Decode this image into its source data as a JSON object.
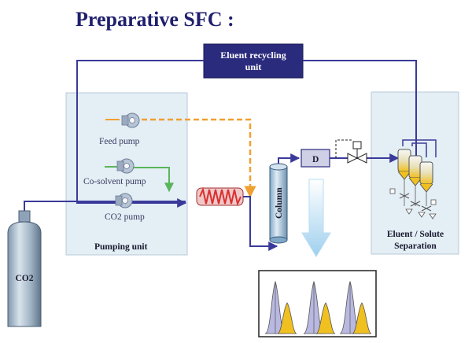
{
  "title": "Preparative SFC :",
  "labels": {
    "recycling": [
      "Eluent recycling",
      "unit"
    ],
    "feed_pump": "Feed pump",
    "cosolvent_pump": "Co-solvent pump",
    "co2_pump": "CO2 pump",
    "pumping_unit": "Pumping unit",
    "co2_tank": "CO2",
    "column": "Column",
    "detector": "D",
    "separation": [
      "Eluent / Solute",
      "Separation"
    ]
  },
  "colors": {
    "title": "#1f1f6e",
    "flow_line": "#3a3a9a",
    "recycling_box": "#2b2b7e",
    "panel": "#e3eef5",
    "feed_line": "#f0a030",
    "cosolvent_line": "#5bb55b",
    "heater": "#d83030",
    "peak_lavender": "#b8b8e0",
    "peak_yellow": "#f0c020"
  }
}
